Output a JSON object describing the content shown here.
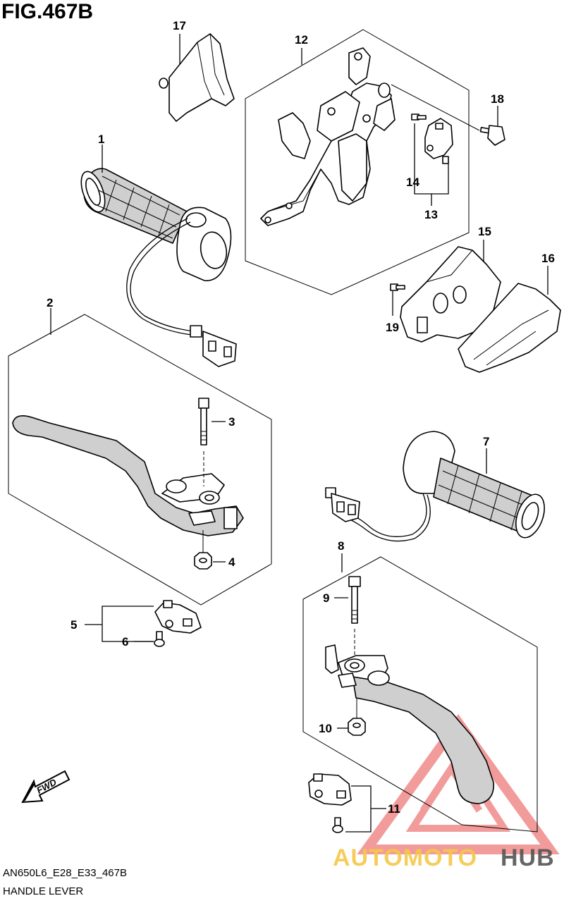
{
  "figure": {
    "title": "FIG.467B",
    "model_code": "AN650L6_E28_E33_467B",
    "section_name": "HANDLE LEVER"
  },
  "callouts": [
    "1",
    "2",
    "3",
    "4",
    "5",
    "6",
    "7",
    "8",
    "9",
    "10",
    "11",
    "12",
    "13",
    "14",
    "15",
    "16",
    "17",
    "18",
    "19"
  ],
  "fwd_label": "FWD",
  "watermark": {
    "part1": "AUTOMOTO",
    "part2": "HUB",
    "color_main": "#f08a8a",
    "color_accent": "#f5c84a",
    "color_dark": "#555555"
  }
}
